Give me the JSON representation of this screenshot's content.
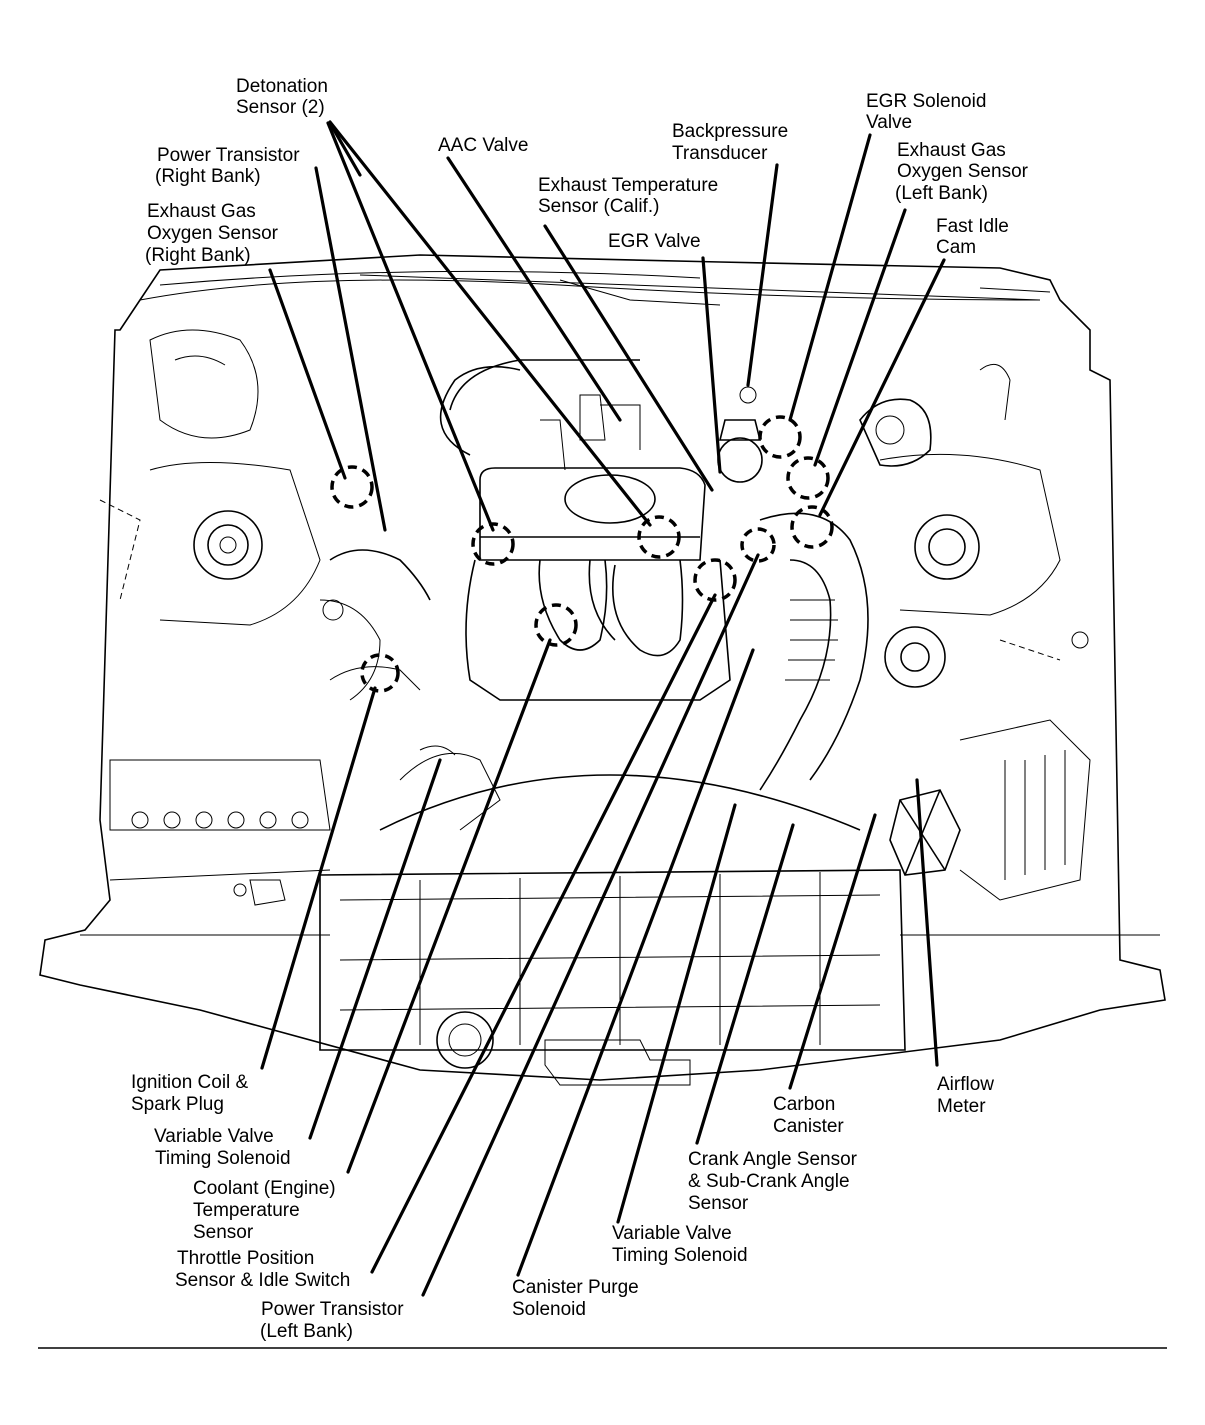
{
  "diagram": {
    "title": "Engine Compartment Component Locations",
    "colors": {
      "line": "#000000",
      "background": "#ffffff"
    },
    "labels": [
      {
        "id": "detonation-sensor",
        "lines": [
          "Detonation",
          "Sensor (2)"
        ]
      },
      {
        "id": "power-transistor-right",
        "lines": [
          "Power Transistor",
          "(Right Bank)"
        ]
      },
      {
        "id": "ego-sensor-right",
        "lines": [
          "Exhaust Gas",
          "Oxygen Sensor",
          "(Right Bank)"
        ]
      },
      {
        "id": "aac-valve",
        "lines": [
          "AAC Valve"
        ]
      },
      {
        "id": "exhaust-temp-sensor",
        "lines": [
          "Exhaust Temperature",
          "Sensor (Calif.)"
        ]
      },
      {
        "id": "backpressure-transducer",
        "lines": [
          "Backpressure",
          "Transducer"
        ]
      },
      {
        "id": "egr-valve",
        "lines": [
          "EGR Valve"
        ]
      },
      {
        "id": "egr-solenoid-valve",
        "lines": [
          "EGR Solenoid",
          "Valve"
        ]
      },
      {
        "id": "ego-sensor-left",
        "lines": [
          "Exhaust Gas",
          "Oxygen Sensor",
          "(Left Bank)"
        ]
      },
      {
        "id": "fast-idle-cam",
        "lines": [
          "Fast Idle",
          "Cam"
        ]
      },
      {
        "id": "ignition-coil",
        "lines": [
          "Ignition Coil &",
          "Spark Plug"
        ]
      },
      {
        "id": "vvt-solenoid-1",
        "lines": [
          "Variable Valve",
          "Timing Solenoid"
        ]
      },
      {
        "id": "coolant-temp-sensor",
        "lines": [
          "Coolant (Engine)",
          "Temperature",
          "Sensor"
        ]
      },
      {
        "id": "throttle-position-sensor",
        "lines": [
          "Throttle Position",
          "Sensor & Idle Switch"
        ]
      },
      {
        "id": "power-transistor-left",
        "lines": [
          "Power Transistor",
          "(Left Bank)"
        ]
      },
      {
        "id": "canister-purge-solenoid",
        "lines": [
          "Canister Purge",
          "Solenoid"
        ]
      },
      {
        "id": "vvt-solenoid-2",
        "lines": [
          "Variable Valve",
          "Timing Solenoid"
        ]
      },
      {
        "id": "crank-angle-sensor",
        "lines": [
          "Crank Angle Sensor",
          "& Sub-Crank Angle",
          "Sensor"
        ]
      },
      {
        "id": "carbon-canister",
        "lines": [
          "Carbon",
          "Canister"
        ]
      },
      {
        "id": "airflow-meter",
        "lines": [
          "Airflow",
          "Meter"
        ]
      }
    ]
  }
}
